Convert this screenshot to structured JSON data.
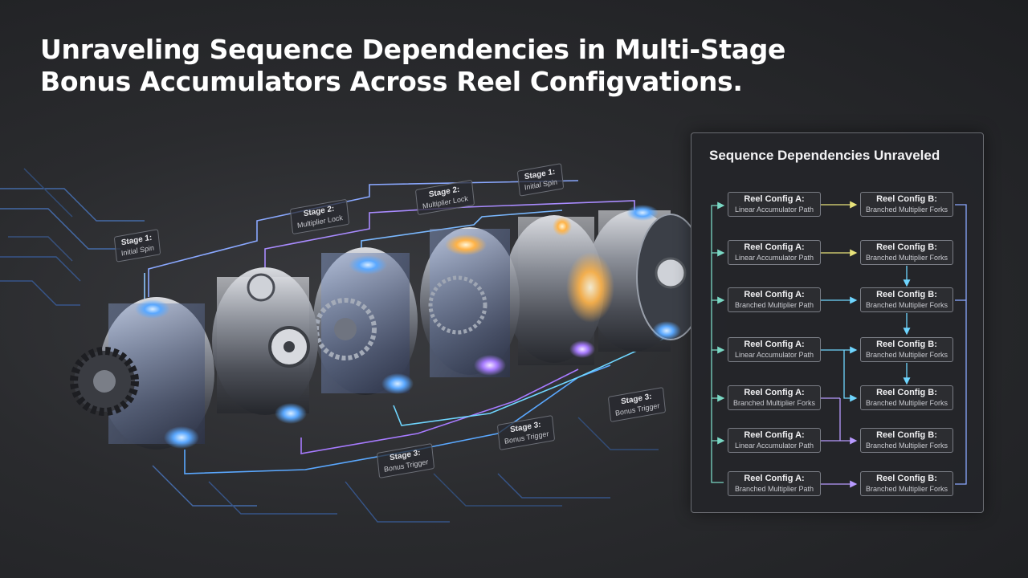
{
  "title": {
    "line1": "Unraveling Sequence Dependencies in Multi-Stage",
    "line2": "Bonus Accumulators Across Reel Configvations."
  },
  "stage_labels": [
    {
      "stage": "Stage 1:",
      "desc": "Initial Spin"
    },
    {
      "stage": "Stage 2:",
      "desc": "Multiplier Lock"
    },
    {
      "stage": "Stage 2:",
      "desc": "Multiplier Lock"
    },
    {
      "stage": "Stage 1:",
      "desc": "Initial Spin"
    },
    {
      "stage": "Stage 3:",
      "desc": "Bonus Trigger"
    },
    {
      "stage": "Stage 3:",
      "desc": "Bonus Trigger"
    },
    {
      "stage": "Stage 3:",
      "desc": "Bonus Trigger"
    }
  ],
  "panel": {
    "title": "Sequence Dependencies Unraveled",
    "rows": [
      {
        "a_title": "Reel Config A:",
        "a_sub": "Linear Accumulator Path",
        "b_title": "Reel Config B:",
        "b_sub": "Branched Multiplier Forks"
      },
      {
        "a_title": "Reel Config A:",
        "a_sub": "Linear Accumulator Path",
        "b_title": "Reel Config B:",
        "b_sub": "Branched Multiplier Forks"
      },
      {
        "a_title": "Reel Config A:",
        "a_sub": "Branched Multiplier Path",
        "b_title": "Reel Config B:",
        "b_sub": "Branched Multiplier Forks"
      },
      {
        "a_title": "Reel Config A:",
        "a_sub": "Linear Accumulator Path",
        "b_title": "Reel Config B:",
        "b_sub": "Branched Multiplier Forks"
      },
      {
        "a_title": "Reel Config A:",
        "a_sub": "Branched Multiplier Forks",
        "b_title": "Reel Config B:",
        "b_sub": "Branched Multiplier Forks"
      },
      {
        "a_title": "Reel Config A:",
        "a_sub": "Linear Accumulator Path",
        "b_title": "Reel Config B:",
        "b_sub": "Branched Multiplier Forks"
      },
      {
        "a_title": "Reel Config A:",
        "a_sub": "Branched Multiplier Path",
        "b_title": "Reel Config B:",
        "b_sub": "Branched Multiplier Forks"
      }
    ]
  },
  "colors": {
    "accent_blue": "#5aa8ff",
    "accent_purple": "#a77bff",
    "accent_orange": "#ffb347",
    "arrow_yellow": "#e8e27a",
    "arrow_cyan": "#6fd6ff"
  }
}
